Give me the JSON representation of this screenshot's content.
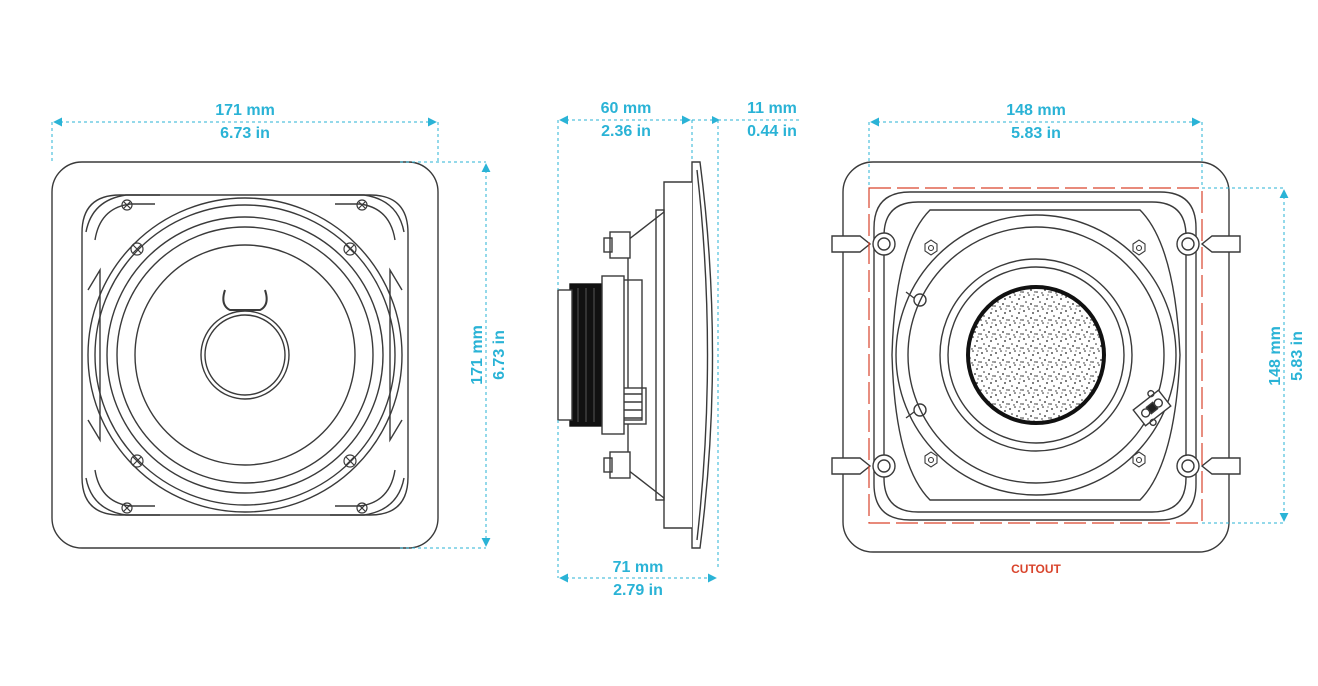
{
  "colors": {
    "dimension": "#2ab3d6",
    "outline": "#3a3a3a",
    "cutout": "#d9442c",
    "fill": "#ffffff"
  },
  "front": {
    "width": {
      "mm": "171 mm",
      "in": "6.73 in"
    },
    "height": {
      "mm": "171 mm",
      "in": "6.73 in"
    }
  },
  "side": {
    "depth": {
      "mm": "60 mm",
      "in": "2.36 in"
    },
    "flange": {
      "mm": "11 mm",
      "in": "0.44 in"
    },
    "total": {
      "mm": "71 mm",
      "in": "2.79 in"
    }
  },
  "back": {
    "width": {
      "mm": "148 mm",
      "in": "5.83 in"
    },
    "height": {
      "mm": "148 mm",
      "in": "5.83 in"
    },
    "cutout_label": "CUTOUT"
  }
}
